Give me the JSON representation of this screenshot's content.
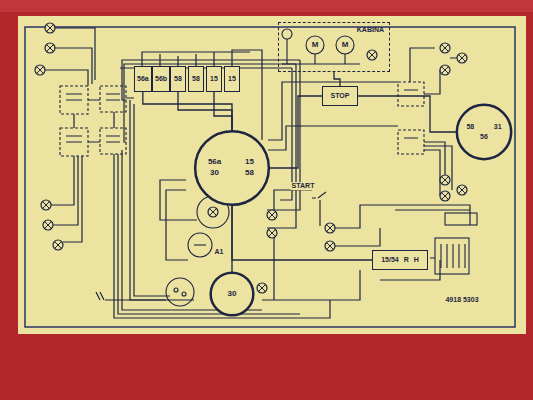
{
  "diagram": {
    "nodes": [
      {
        "text": [
          "56a"
        ]
      },
      {
        "text": [
          "56b"
        ]
      },
      {
        "text": [
          "58"
        ]
      },
      {
        "text": [
          "58"
        ]
      },
      {
        "text": [
          "15"
        ]
      },
      {
        "text": [
          "15"
        ]
      },
      {
        "text": [
          "56a",
          "15",
          "30",
          "58"
        ]
      },
      {
        "text": [
          "KABINA"
        ]
      },
      {
        "text": [
          "STOP"
        ]
      },
      {
        "text": [
          "58",
          "31",
          "56"
        ]
      },
      {
        "text": [
          "15/54",
          "R",
          "H"
        ]
      },
      {
        "text": [
          "30"
        ]
      }
    ],
    "edges": [
      {
        "from": 0,
        "to": 6,
        "arrow": "none"
      },
      {
        "from": 2,
        "to": 6,
        "arrow": "none"
      },
      {
        "from": 4,
        "to": 6,
        "arrow": "none"
      },
      {
        "from": 6,
        "to": 8,
        "arrow": "none"
      },
      {
        "from": 7,
        "to": 8,
        "arrow": "none"
      },
      {
        "from": 8,
        "to": 9,
        "arrow": "none"
      },
      {
        "from": 6,
        "to": 10,
        "arrow": "none"
      },
      {
        "from": 6,
        "to": 11,
        "arrow": "none"
      }
    ],
    "labels": [
      "START",
      "4918 5303",
      "M",
      "M",
      "A1"
    ]
  }
}
